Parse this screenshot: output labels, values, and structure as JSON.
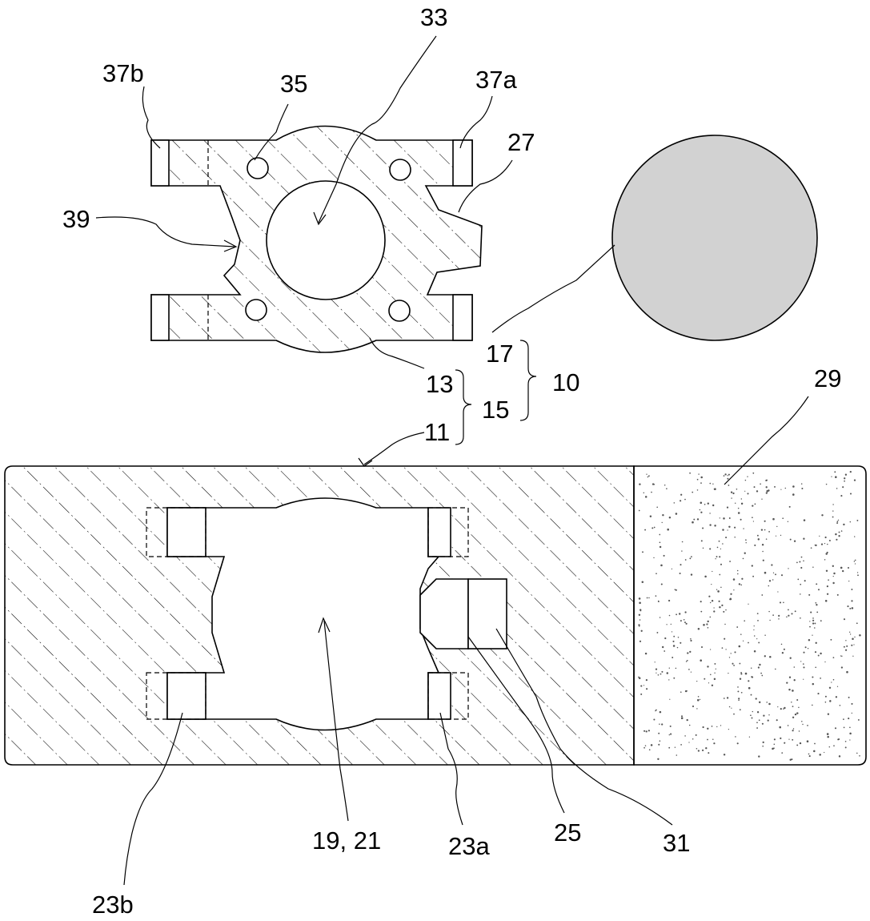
{
  "labels": {
    "l33": "33",
    "l37b": "37b",
    "l35": "35",
    "l37a": "37a",
    "l27": "27",
    "l39": "39",
    "l17": "17",
    "l10": "10",
    "l13": "13",
    "l15": "15",
    "l11": "11",
    "l29": "29",
    "l23b": "23b",
    "l19_21": "19, 21",
    "l23a": "23a",
    "l25": "25",
    "l31": "31"
  },
  "colors": {
    "stroke": "#000000",
    "background": "#ffffff",
    "disc_fill": "#d2d2d2",
    "hatch": "#000000",
    "speckle": "#555555"
  }
}
